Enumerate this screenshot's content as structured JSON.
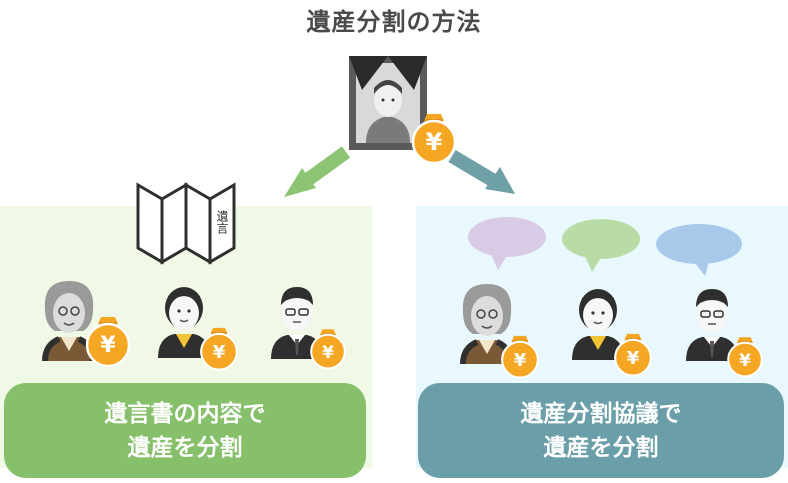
{
  "title": "遺産分割の方法",
  "will_label": "遺言",
  "yen_symbol": "¥",
  "left": {
    "caption_line1": "遺言書の内容で",
    "caption_line2": "遺産を分割",
    "panel_color": "#f0f9e6",
    "caption_color": "#86c06a",
    "arrow_color": "#8cc474"
  },
  "right": {
    "caption_line1": "遺産分割協議で",
    "caption_line2": "遺産を分割",
    "panel_color": "#e9f8fc",
    "caption_color": "#6a9ea8",
    "arrow_color": "#6fa0a6"
  },
  "bubble_colors": [
    "#d9cbe6",
    "#b9dca6",
    "#a8c9ea"
  ],
  "icons": {
    "deceased": "memorial-portrait-icon",
    "money": "money-bag-icon",
    "will": "folded-will-document-icon",
    "heirs": [
      "elderly-heir-icon",
      "woman-heir-icon",
      "man-heir-icon"
    ]
  }
}
